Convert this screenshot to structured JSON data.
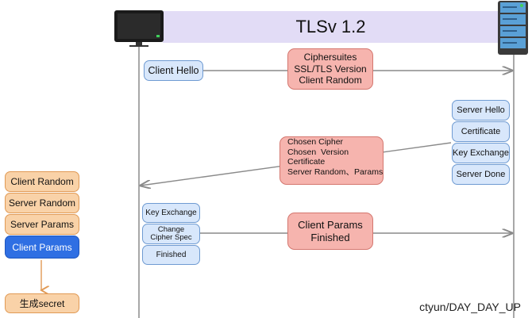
{
  "title": "TLSv 1.2",
  "client_hello": "Client Hello",
  "msg1_lines": [
    "Ciphersuites",
    "SSL/TLS Version",
    "Client Random"
  ],
  "server_boxes": [
    "Server Hello",
    "Certificate",
    "Key Exchange",
    "Server Done"
  ],
  "msg2_lines": [
    "Chosen Cipher",
    "Chosen  Version",
    "Certificate",
    "Server Random、Params"
  ],
  "client_boxes": [
    "Key Exchange",
    "Change Cipher Spec",
    "Finished"
  ],
  "msg3_lines": [
    "Client Params",
    "Finished"
  ],
  "left_stack": [
    "Client Random",
    "Server Random",
    "Server Params",
    "Client Params"
  ],
  "secret": "生成secret",
  "watermark": "ctyun/DAY_DAY_UP",
  "icons": [
    "monitor-icon",
    "server-icon"
  ],
  "colors": {
    "banner": "#e2dcf6",
    "blue_box": "#d8e7fb",
    "red_box": "#f6b4ae",
    "orange_box": "#f9d2a8",
    "active_box": "#2f6fe3"
  }
}
